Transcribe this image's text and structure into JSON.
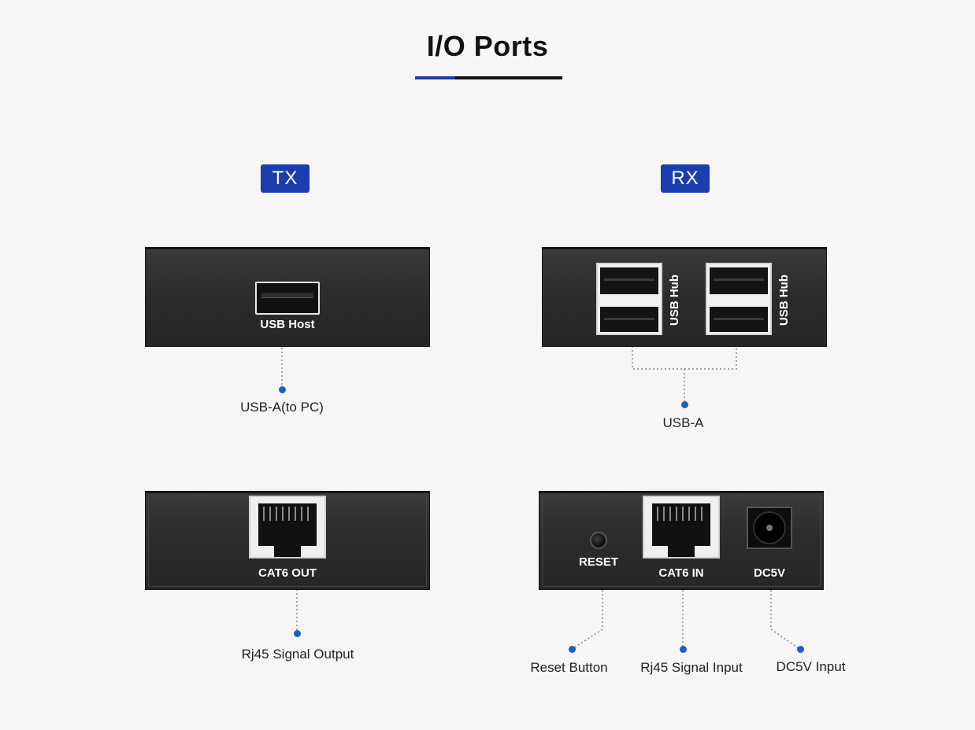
{
  "title": "I/O Ports",
  "colors": {
    "accent_blue": "#1b3db0",
    "dot_blue": "#1d5fc2",
    "panel": "#2b2b2b"
  },
  "tx": {
    "tag": "TX",
    "top_panel": {
      "port_label": "USB Host",
      "caption": "USB-A(to PC)"
    },
    "bottom_panel": {
      "port_label": "CAT6 OUT",
      "caption": "Rj45 Signal Output"
    }
  },
  "rx": {
    "tag": "RX",
    "top_panel": {
      "hub_label_1": "USB Hub",
      "hub_label_2": "USB Hub",
      "caption": "USB-A"
    },
    "bottom_panel": {
      "reset_label": "RESET",
      "cat6_label": "CAT6 IN",
      "dc_label": "DC5V",
      "reset_caption": "Reset Button",
      "cat6_caption": "Rj45 Signal Input",
      "dc_caption": "DC5V Input"
    }
  }
}
